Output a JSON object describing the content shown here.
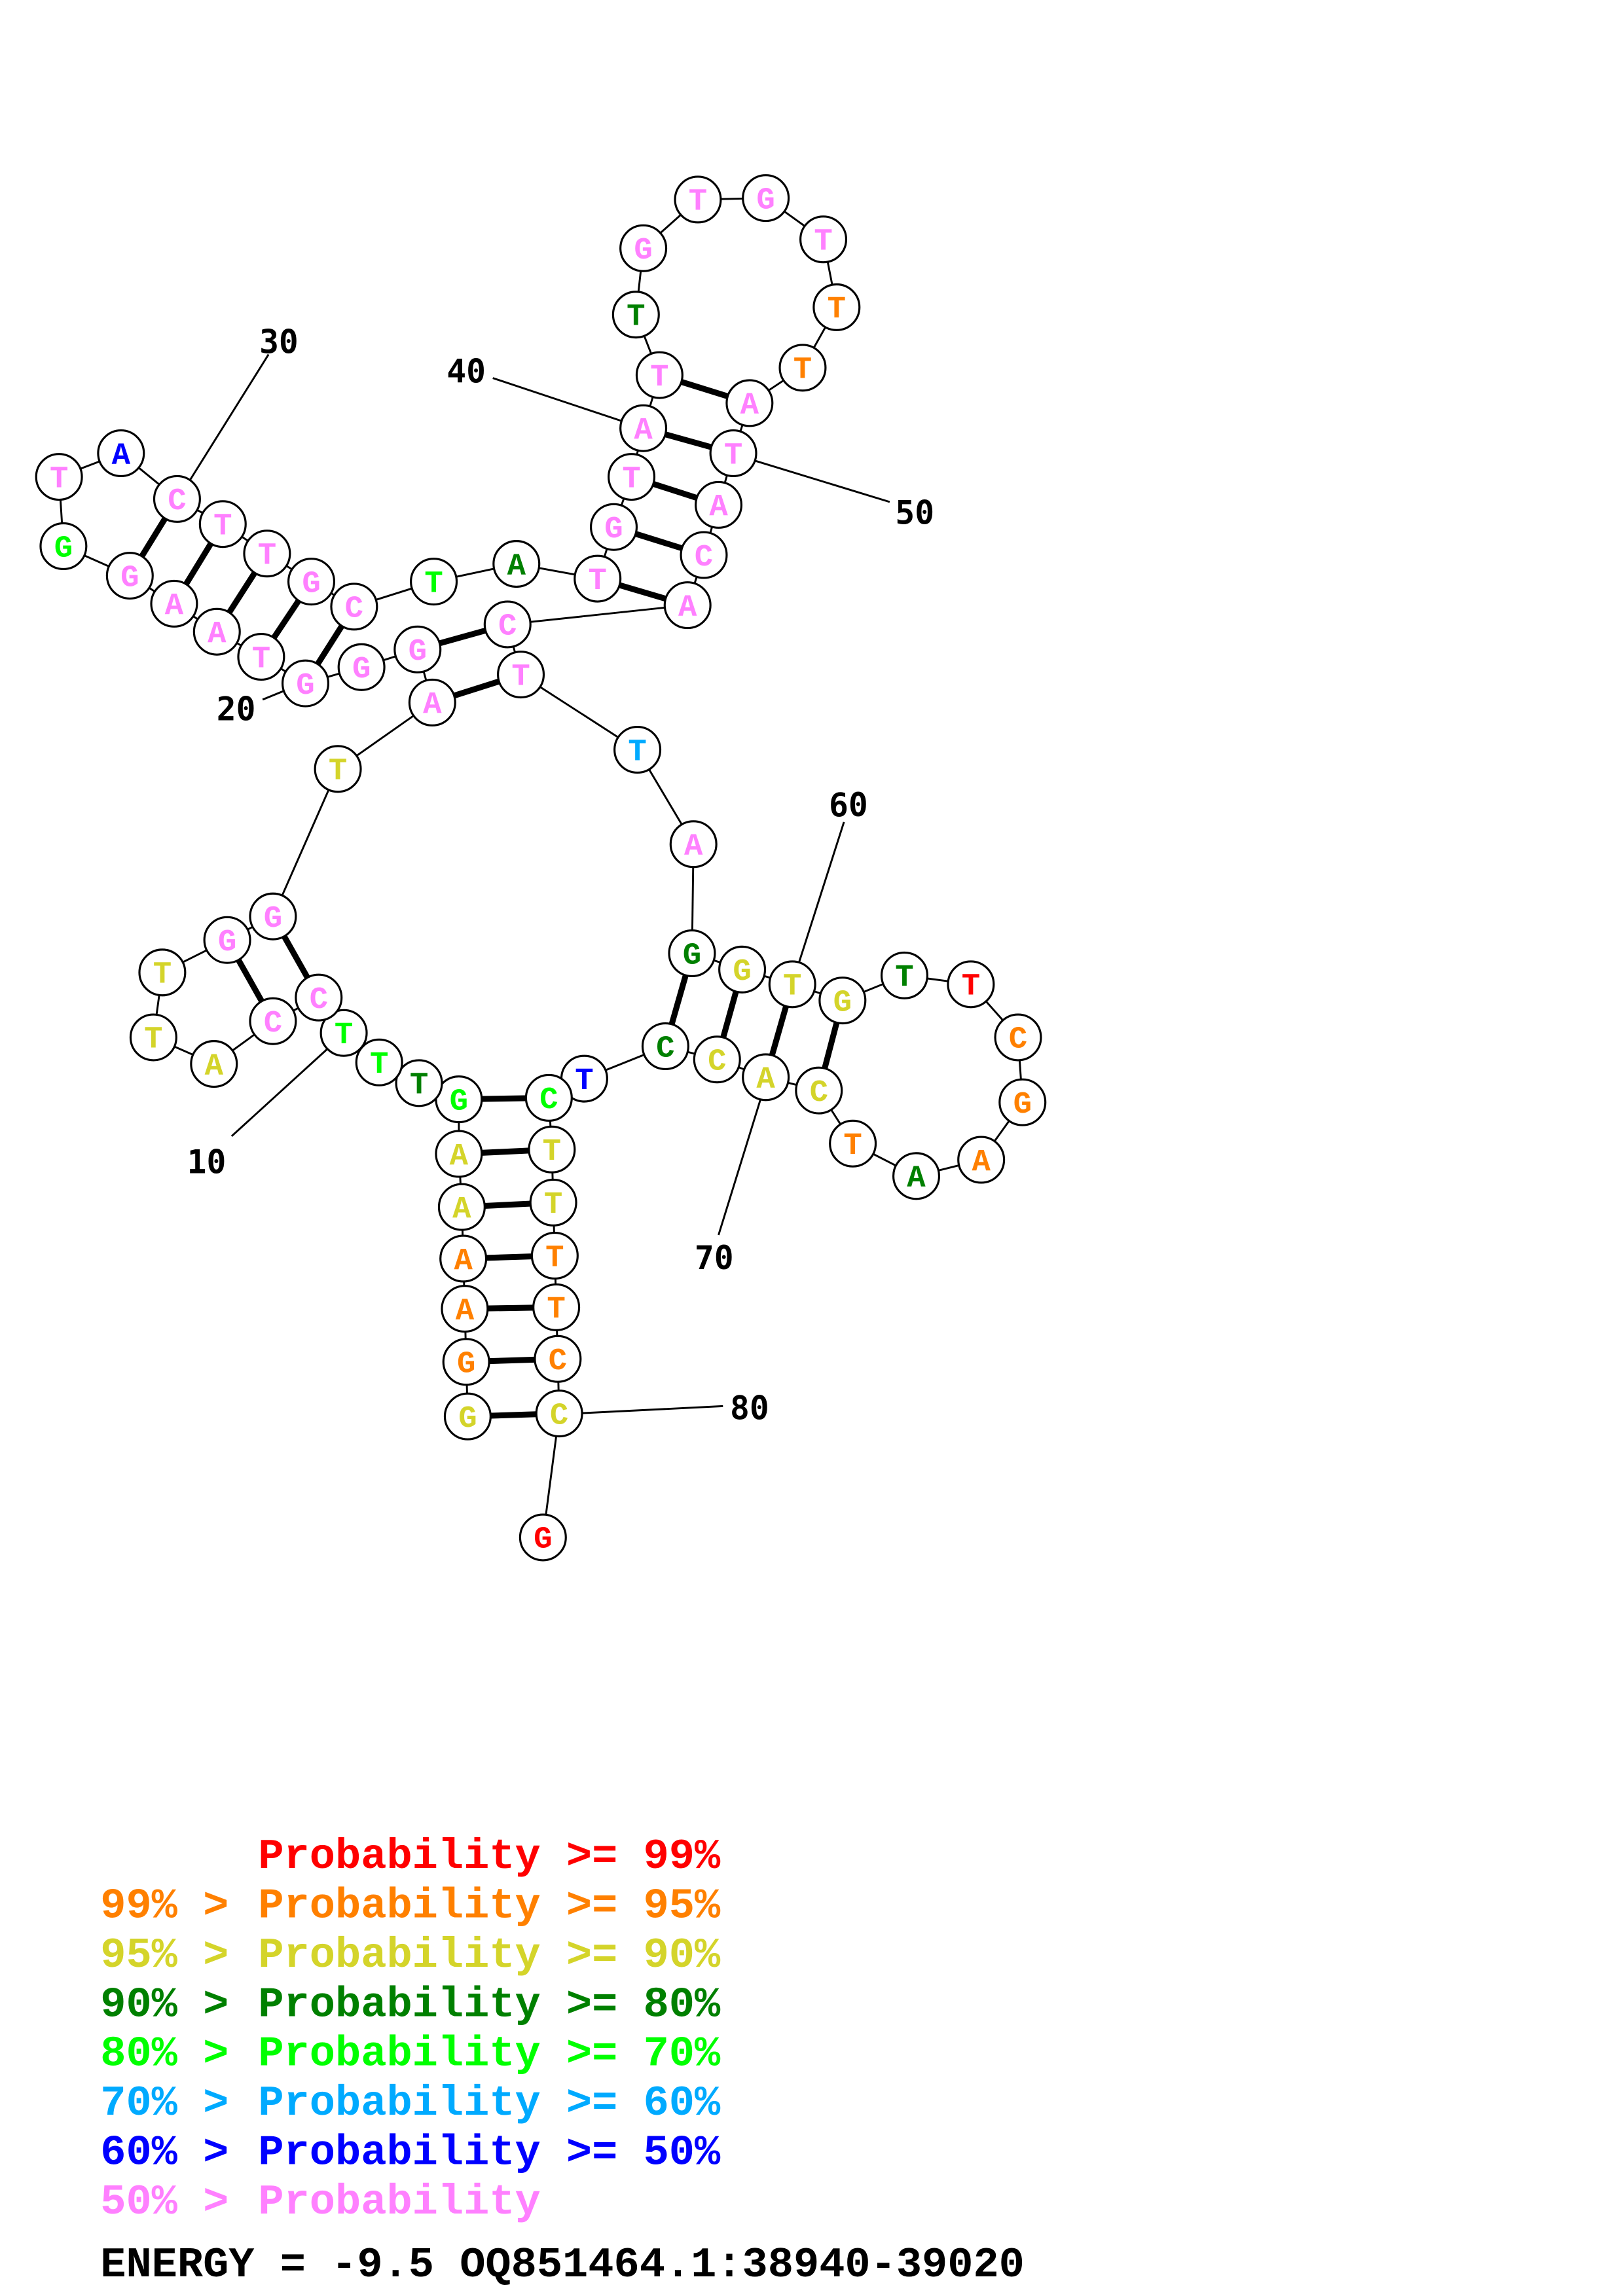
{
  "structure": {
    "sequence": [
      "G",
      "G",
      "A",
      "A",
      "A",
      "A",
      "G",
      "T",
      "T",
      "T",
      "C",
      "C",
      "A",
      "T",
      "T",
      "G",
      "G",
      "T",
      "A",
      "G",
      "G",
      "G",
      "T",
      "A",
      "A",
      "G",
      "G",
      "T",
      "A",
      "C",
      "T",
      "T",
      "G",
      "C",
      "T",
      "A",
      "T",
      "G",
      "T",
      "A",
      "T",
      "T",
      "G",
      "T",
      "G",
      "T",
      "T",
      "T",
      "A",
      "T",
      "A",
      "C",
      "A",
      "C",
      "T",
      "T",
      "A",
      "G",
      "G",
      "T",
      "G",
      "T",
      "T",
      "C",
      "G",
      "A",
      "A",
      "T",
      "C",
      "A",
      "C",
      "C",
      "T",
      "C",
      "T",
      "T",
      "T",
      "T",
      "C",
      "C",
      "G"
    ],
    "probability_class": [
      2,
      1,
      1,
      1,
      2,
      2,
      4,
      3,
      4,
      4,
      7,
      7,
      2,
      2,
      2,
      7,
      7,
      2,
      7,
      7,
      7,
      7,
      7,
      7,
      7,
      7,
      4,
      7,
      6,
      7,
      7,
      7,
      7,
      7,
      4,
      3,
      7,
      7,
      7,
      7,
      7,
      3,
      7,
      7,
      7,
      7,
      1,
      1,
      7,
      7,
      7,
      7,
      7,
      7,
      7,
      5,
      7,
      3,
      2,
      2,
      2,
      3,
      0,
      1,
      1,
      1,
      3,
      1,
      2,
      2,
      2,
      3,
      6,
      4,
      2,
      2,
      1,
      1,
      1,
      2,
      0
    ],
    "pairs": [
      [
        1,
        80
      ],
      [
        2,
        79
      ],
      [
        3,
        78
      ],
      [
        4,
        77
      ],
      [
        5,
        76
      ],
      [
        6,
        75
      ],
      [
        7,
        74
      ],
      [
        11,
        17
      ],
      [
        12,
        16
      ],
      [
        19,
        55
      ],
      [
        20,
        54
      ],
      [
        22,
        34
      ],
      [
        23,
        33
      ],
      [
        24,
        32
      ],
      [
        25,
        31
      ],
      [
        26,
        30
      ],
      [
        37,
        53
      ],
      [
        38,
        52
      ],
      [
        39,
        51
      ],
      [
        40,
        50
      ],
      [
        41,
        49
      ],
      [
        58,
        72
      ],
      [
        59,
        71
      ],
      [
        60,
        70
      ],
      [
        61,
        69
      ]
    ],
    "position_labels": [
      "10",
      "20",
      "30",
      "40",
      "50",
      "60",
      "70",
      "80"
    ]
  },
  "legend": {
    "class_colors": [
      "#ff0000",
      "#ff8000",
      "#d4d42a",
      "#008000",
      "#00ff00",
      "#00aaff",
      "#0000ff",
      "#ff80ff"
    ],
    "lines": [
      {
        "prefix": "",
        "label": "Probability >= 99%"
      },
      {
        "prefix": "99% > ",
        "label": "Probability >= 95%"
      },
      {
        "prefix": "95% > ",
        "label": "Probability >= 90%"
      },
      {
        "prefix": "90% > ",
        "label": "Probability >= 80%"
      },
      {
        "prefix": "80% > ",
        "label": "Probability >= 70%"
      },
      {
        "prefix": "70% > ",
        "label": "Probability >= 60%"
      },
      {
        "prefix": "60% > ",
        "label": "Probability >= 50%"
      },
      {
        "prefix": "50% > ",
        "label": "Probability"
      }
    ],
    "energy": "ENERGY = -9.5  OQ851464.1:38940-39020"
  }
}
